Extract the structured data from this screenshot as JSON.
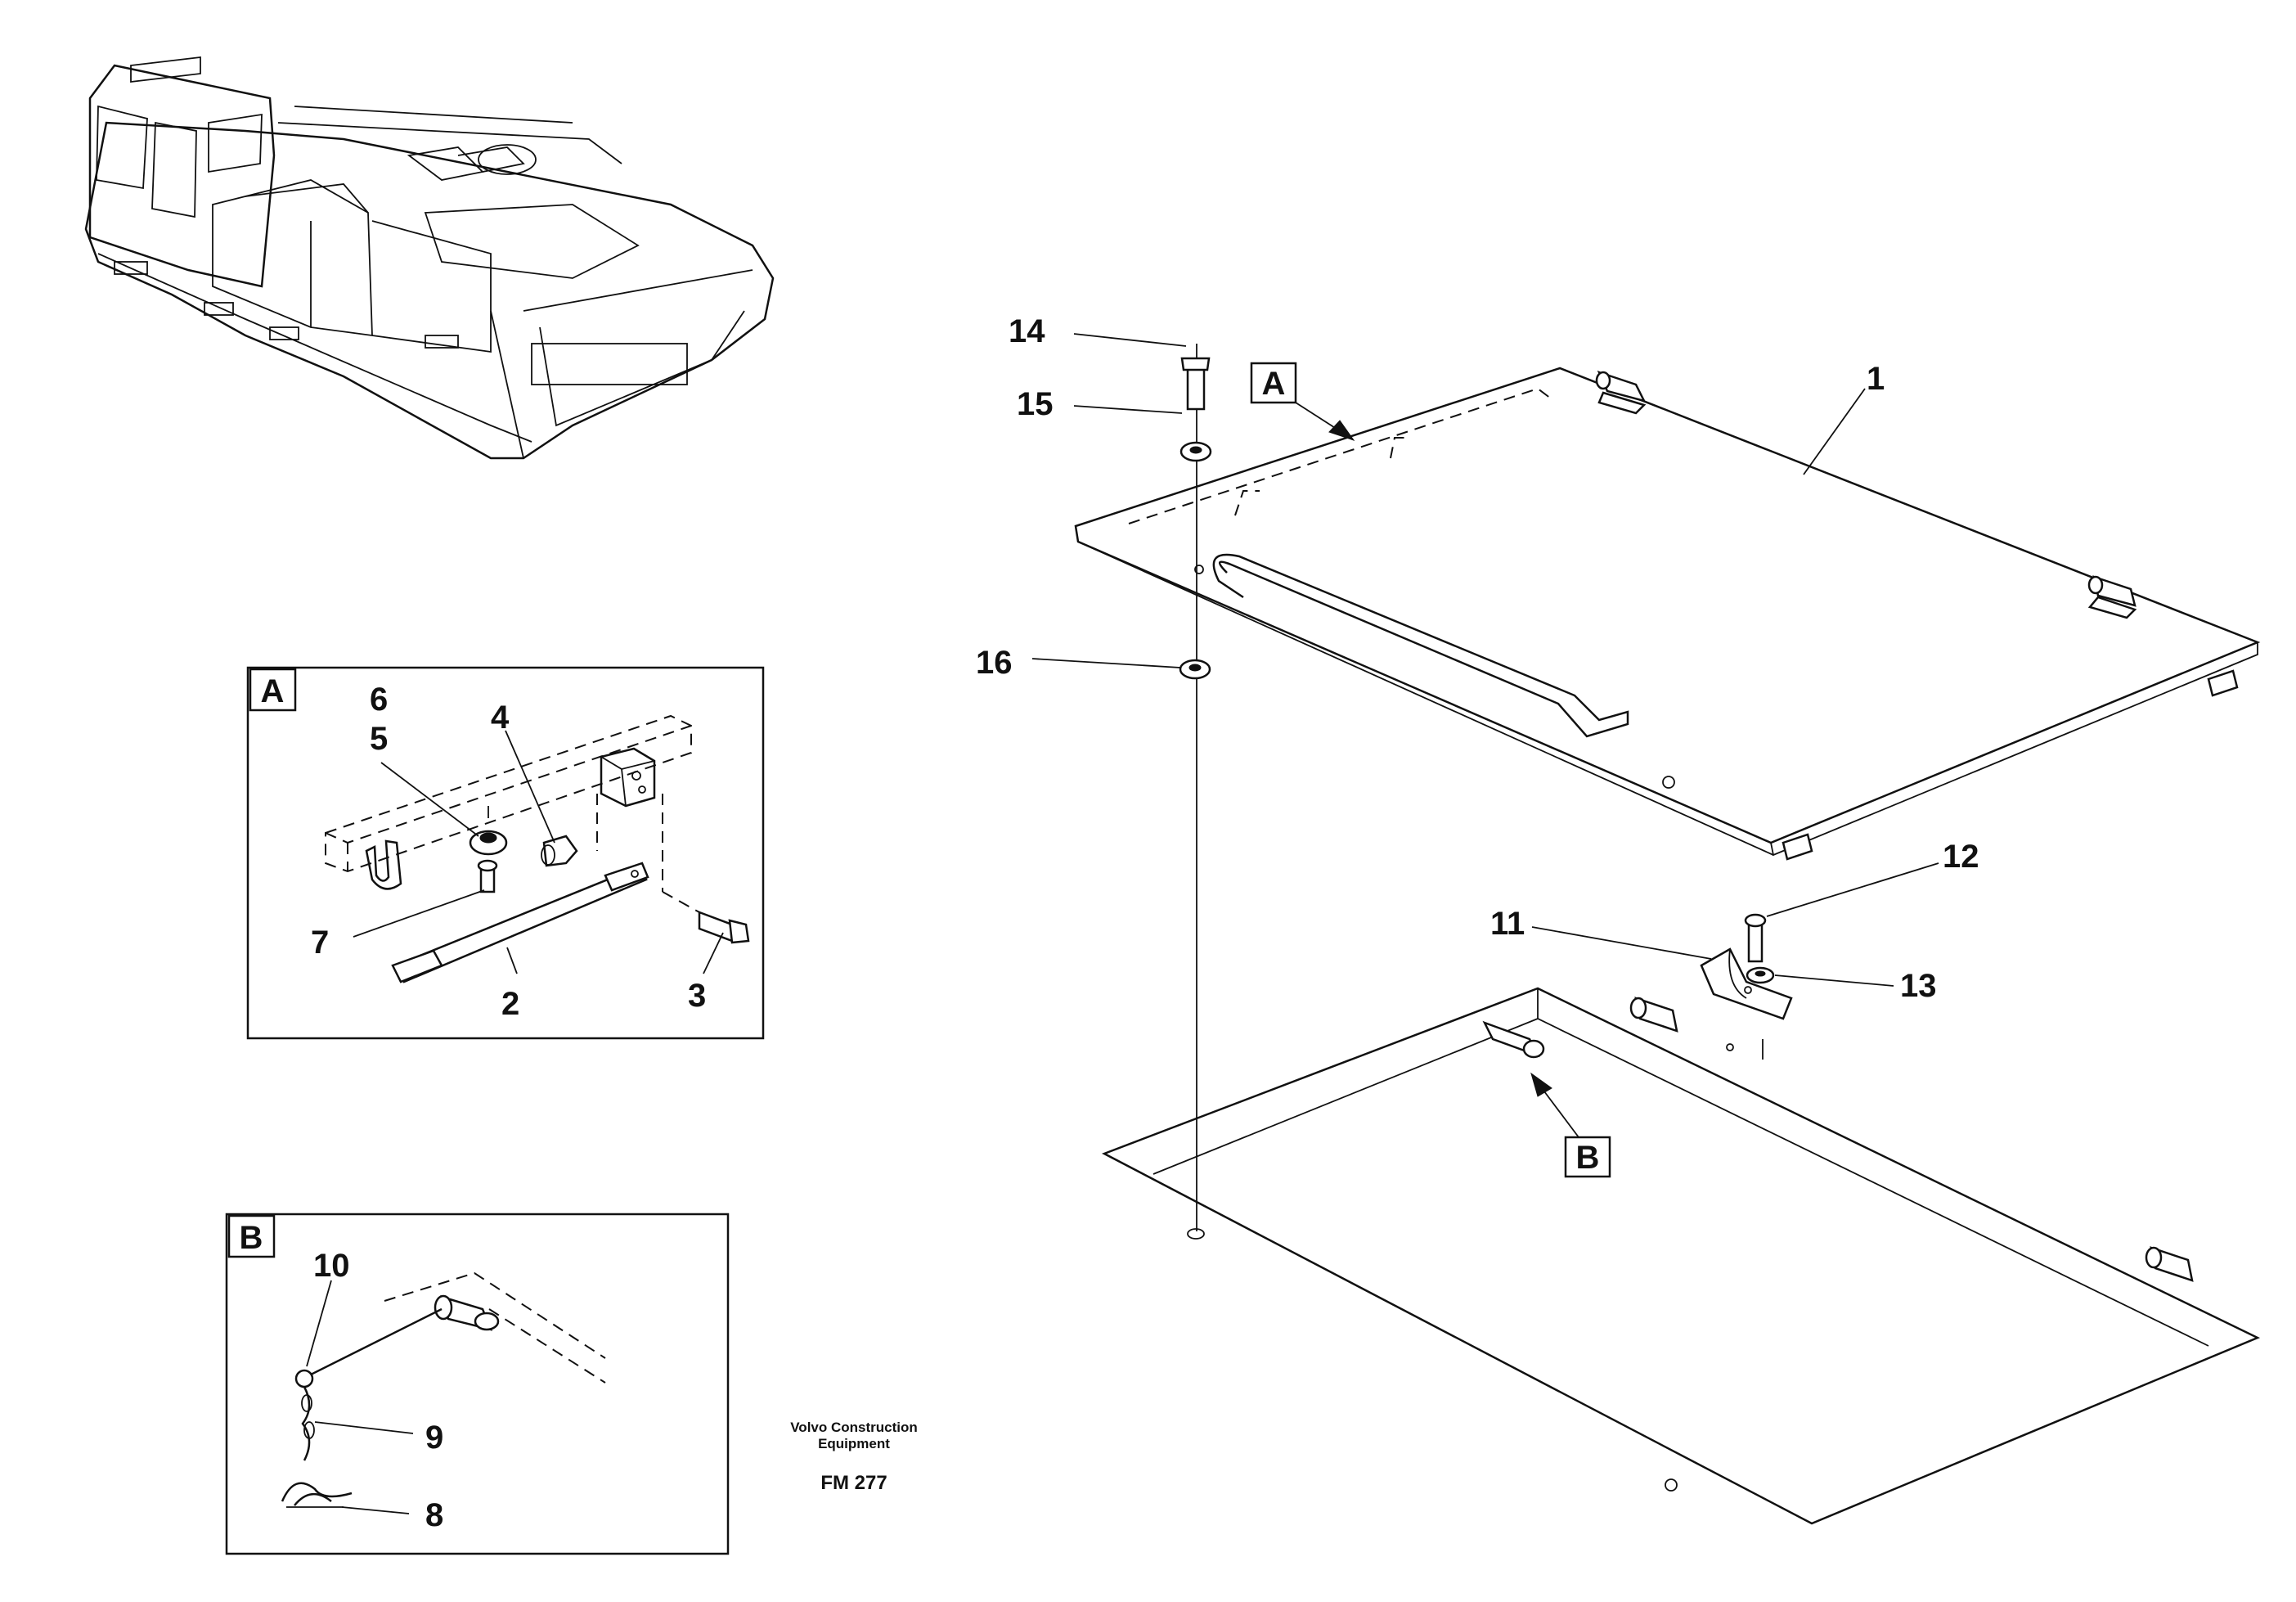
{
  "callouts": {
    "c1": "1",
    "c2": "2",
    "c3": "3",
    "c4": "4",
    "c5": "5",
    "c6": "6",
    "c7": "7",
    "c8": "8",
    "c9": "9",
    "c10": "10",
    "c11": "11",
    "c12": "12",
    "c13": "13",
    "c14": "14",
    "c15": "15",
    "c16": "16"
  },
  "detail_labels": {
    "a": "A",
    "b": "B"
  },
  "reference": {
    "company_line1": "Volvo Construction",
    "company_line2": "Equipment",
    "code": "FM 277"
  }
}
